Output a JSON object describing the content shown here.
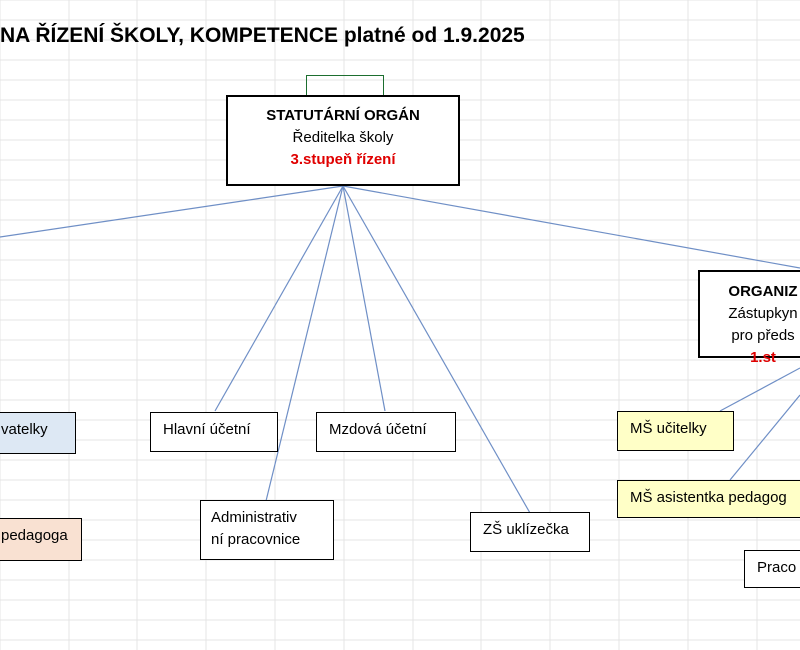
{
  "title": "NA ŘÍZENÍ ŠKOLY, KOMPETENCE platné od 1.9.2025",
  "statutarni": {
    "heading": "STATUTÁRNÍ ORGÁN",
    "role": "Ředitelka školy",
    "level": "3.stupeň řízení"
  },
  "organizacni": {
    "heading": "ORGANIZ",
    "role_line1": "Zástupkyn",
    "role_line2": "pro předs",
    "level": "1.st"
  },
  "boxes": {
    "vychovatelky": "vatelky",
    "pedagoga": "pedagoga",
    "hlavni_ucetni": "Hlavní účetní",
    "mzdova_ucetni": "Mzdová účetní",
    "administrativ_line1": "Administrativ",
    "administrativ_line2": "ní pracovnice",
    "zs_uklizecka": "ZŠ uklízečka",
    "ms_ucitelky": "MŠ učitelky",
    "ms_asistentka": "MŠ asistentka pedagog",
    "praco": "Praco"
  },
  "colors": {
    "line": "#6f8fc6",
    "level_red": "#e00000",
    "blue_fill": "#dde8f4",
    "peach_fill": "#f9e1d2",
    "yellow_fill": "#ffffc7",
    "connector_green": "#1c6e2f"
  }
}
